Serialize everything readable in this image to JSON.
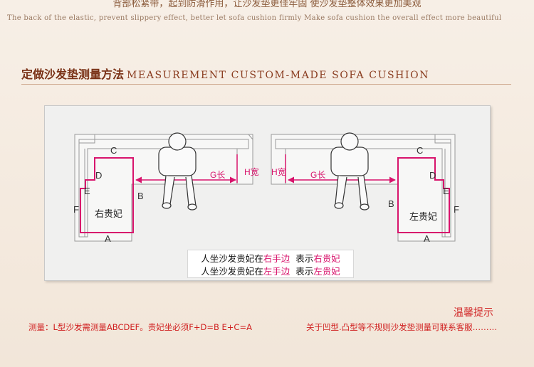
{
  "header": {
    "cn": "背部松紧带，起到防滑作用，让沙发垫更佳牢固 使沙发垫整体效果更加美观",
    "en": "The back of the elastic, prevent slippery effect, better let sofa cushion firmly Make sofa cushion the overall effect more beautiful"
  },
  "section": {
    "title_cn": "定做沙发垫测量方法",
    "title_en": "MEASUREMENT CUSTOM-MADE SOFA CUSHION"
  },
  "diagram": {
    "left": {
      "chaise_label": "右贵妃",
      "labels": {
        "A": "A",
        "B": "B",
        "C": "C",
        "D": "D",
        "E": "E",
        "F": "F",
        "G": "G长",
        "H": "H宽"
      }
    },
    "right": {
      "chaise_label": "左贵妃",
      "labels": {
        "A": "A",
        "B": "B",
        "C": "C",
        "D": "D",
        "E": "E",
        "F": "F",
        "G": "G长",
        "H": "H宽"
      }
    },
    "note": {
      "line1_a": "人坐沙发贵妃在",
      "line1_hl1": "右手边",
      "line1_b": "  表示",
      "line1_hl2": "右贵妃",
      "line2_a": "人坐沙发贵妃在",
      "line2_hl1": "左手边",
      "line2_b": "  表示",
      "line2_hl2": "左贵妃"
    }
  },
  "footer": {
    "tips_title": "温馨提示",
    "left": "测量：L型沙发需测量ABCDEF。贵妃坐必须F+D=B  E+C=A",
    "right": "关于凹型.凸型等不规则沙发垫测量可联系客服………"
  },
  "colors": {
    "accent": "#d8146c",
    "title": "#7a3217",
    "footer": "#d01f1f"
  }
}
